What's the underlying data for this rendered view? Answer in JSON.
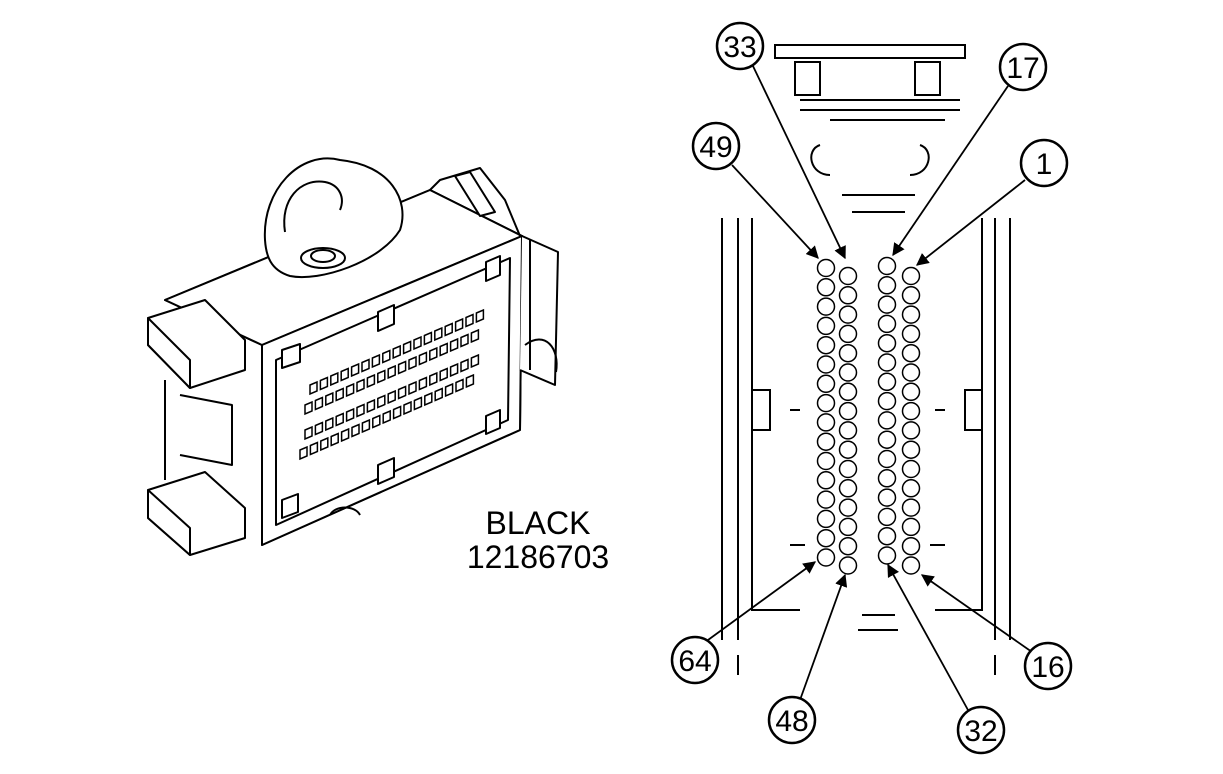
{
  "connector": {
    "color_label": "BLACK",
    "part_number": "12186703"
  },
  "callouts": {
    "pin_1": "1",
    "pin_16": "16",
    "pin_17": "17",
    "pin_32": "32",
    "pin_33": "33",
    "pin_48": "48",
    "pin_49": "49",
    "pin_64": "64"
  },
  "pin_columns": [
    {
      "first": "49",
      "last": "64",
      "count": 16
    },
    {
      "first": "33",
      "last": "48",
      "count": 16
    },
    {
      "first": "17",
      "last": "32",
      "count": 16
    },
    {
      "first": "1",
      "last": "16",
      "count": 16
    }
  ],
  "colors": {
    "line": "#000000",
    "background": "#ffffff"
  }
}
